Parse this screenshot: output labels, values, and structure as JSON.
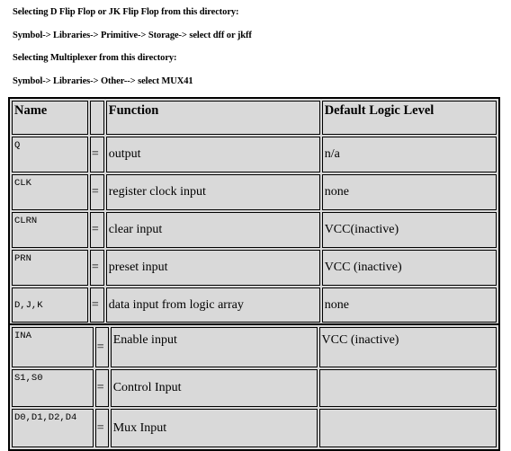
{
  "instructions": {
    "line1": "Selecting D Flip Flop or JK Flip Flop from this directory:",
    "line2": "Symbol-> Libraries-> Primitive-> Storage-> select dff or jkff",
    "line3": "Selecting Multiplexer from this directory:",
    "line4": "Symbol-> Libraries-> Other--> select MUX41"
  },
  "table1": {
    "headers": [
      "Name",
      "",
      "Function",
      "Default Logic Level"
    ],
    "rows": [
      {
        "name": "Q",
        "eq": "=",
        "function": "output",
        "level": "n/a"
      },
      {
        "name": "CLK",
        "eq": "=",
        "function": "register clock input",
        "level": "none"
      },
      {
        "name": "CLRN",
        "eq": "=",
        "function": "clear input",
        "level": "VCC(inactive)"
      },
      {
        "name": "PRN",
        "eq": "=",
        "function": "preset input",
        "level": "VCC (inactive)"
      },
      {
        "name": "D,J,K",
        "eq": "=",
        "function": "data input from logic array",
        "level": "none"
      }
    ]
  },
  "table2": {
    "rows": [
      {
        "name": "INA",
        "eq": "=",
        "function": "Enable input",
        "level": "VCC (inactive)"
      },
      {
        "name": "S1,S0",
        "eq": "=",
        "function": "Control Input",
        "level": ""
      },
      {
        "name": "D0,D1,D2,D4",
        "eq": "=",
        "function": "Mux Input",
        "level": ""
      }
    ]
  }
}
